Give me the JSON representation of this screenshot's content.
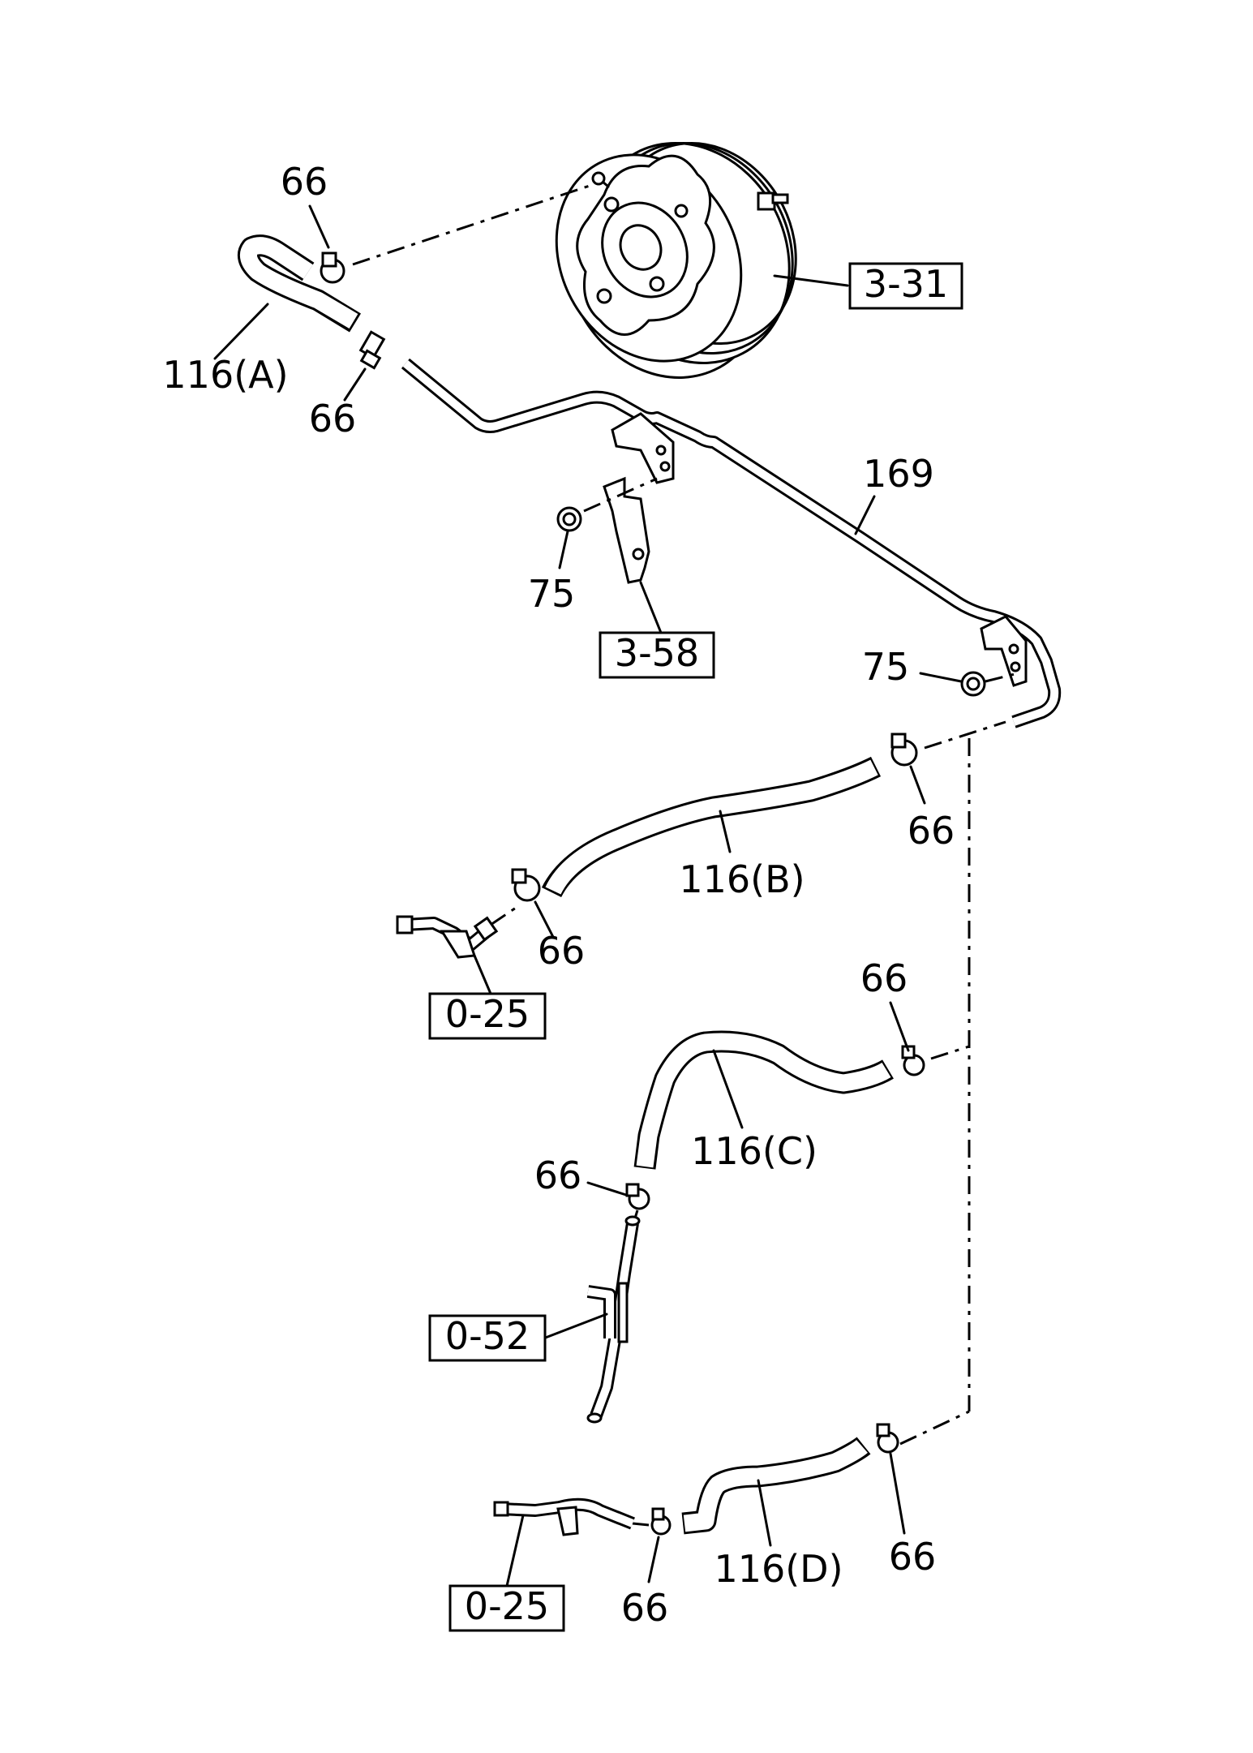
{
  "diagram": {
    "part_labels": {
      "clip_a_top": "66",
      "hose_a": "116(A)",
      "clip_a_bottom": "66",
      "pipe": "169",
      "nut_left": "75",
      "nut_right": "75",
      "clip_b_right": "66",
      "hose_b": "116(B)",
      "clip_b_left": "66",
      "clip_c_right": "66",
      "hose_c": "116(C)",
      "clip_c_left": "66",
      "clip_d_left": "66",
      "hose_d": "116(D)",
      "clip_d_right": "66"
    },
    "references": {
      "brake_booster": "3-31",
      "bracket": "3-58",
      "fitting_upper": "0-25",
      "fitting_middle": "0-52",
      "fitting_lower": "0-25"
    }
  }
}
